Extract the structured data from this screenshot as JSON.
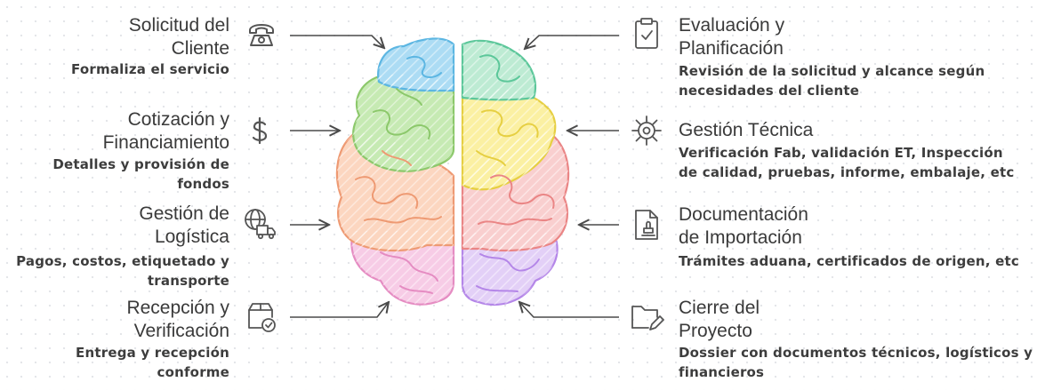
{
  "left": [
    {
      "id": "solicitud",
      "title_l1": "Solicitud del",
      "title_l2": "Cliente",
      "desc_l1": "Formaliza el servicio",
      "desc_l2": "",
      "icon": "phone-icon"
    },
    {
      "id": "cotizacion",
      "title_l1": "Cotización y",
      "title_l2": "Financiamiento",
      "desc_l1": "Detalles y provisión de fondos",
      "desc_l2": "",
      "icon": "dollar-icon"
    },
    {
      "id": "logistica",
      "title_l1": "Gestión de",
      "title_l2": "Logística",
      "desc_l1": "Pagos, costos, etiquetado y",
      "desc_l2": "transporte",
      "icon": "globe-truck-icon"
    },
    {
      "id": "recepcion",
      "title_l1": "Recepción y",
      "title_l2": "Verificación",
      "desc_l1": "Entrega y recepción conforme",
      "desc_l2": "",
      "icon": "package-check-icon"
    }
  ],
  "right": [
    {
      "id": "evaluacion",
      "title_l1": "Evaluación y",
      "title_l2": "Planificación",
      "desc_l1": "Revisión de la solicitud y alcance según",
      "desc_l2": "necesidades del cliente",
      "icon": "clipboard-check-icon"
    },
    {
      "id": "tecnica",
      "title_l1": "Gestión Técnica",
      "title_l2": "",
      "desc_l1": "Verificación Fab, validación ET, Inspección",
      "desc_l2": "de calidad, pruebas, informe, embalaje, etc",
      "icon": "gear-icon"
    },
    {
      "id": "importacion",
      "title_l1": "Documentación",
      "title_l2": "de Importación",
      "desc_l1": "Trámites aduana, certificados de origen, etc",
      "desc_l2": "",
      "icon": "document-stamp-icon"
    },
    {
      "id": "cierre",
      "title_l1": "Cierre del",
      "title_l2": "Proyecto",
      "desc_l1": "Dossier con documentos técnicos, logísticos y",
      "desc_l2": "financieros",
      "icon": "folder-pen-icon"
    }
  ],
  "colors": {
    "blue": "#acdcf4",
    "green": "#c6eab3",
    "yellow": "#fbf0a2",
    "orange": "#fcd6c0",
    "red": "#f9cfcf",
    "pink": "#f7cce6",
    "purple": "#e3d0f7",
    "mint": "#bdebd3"
  }
}
